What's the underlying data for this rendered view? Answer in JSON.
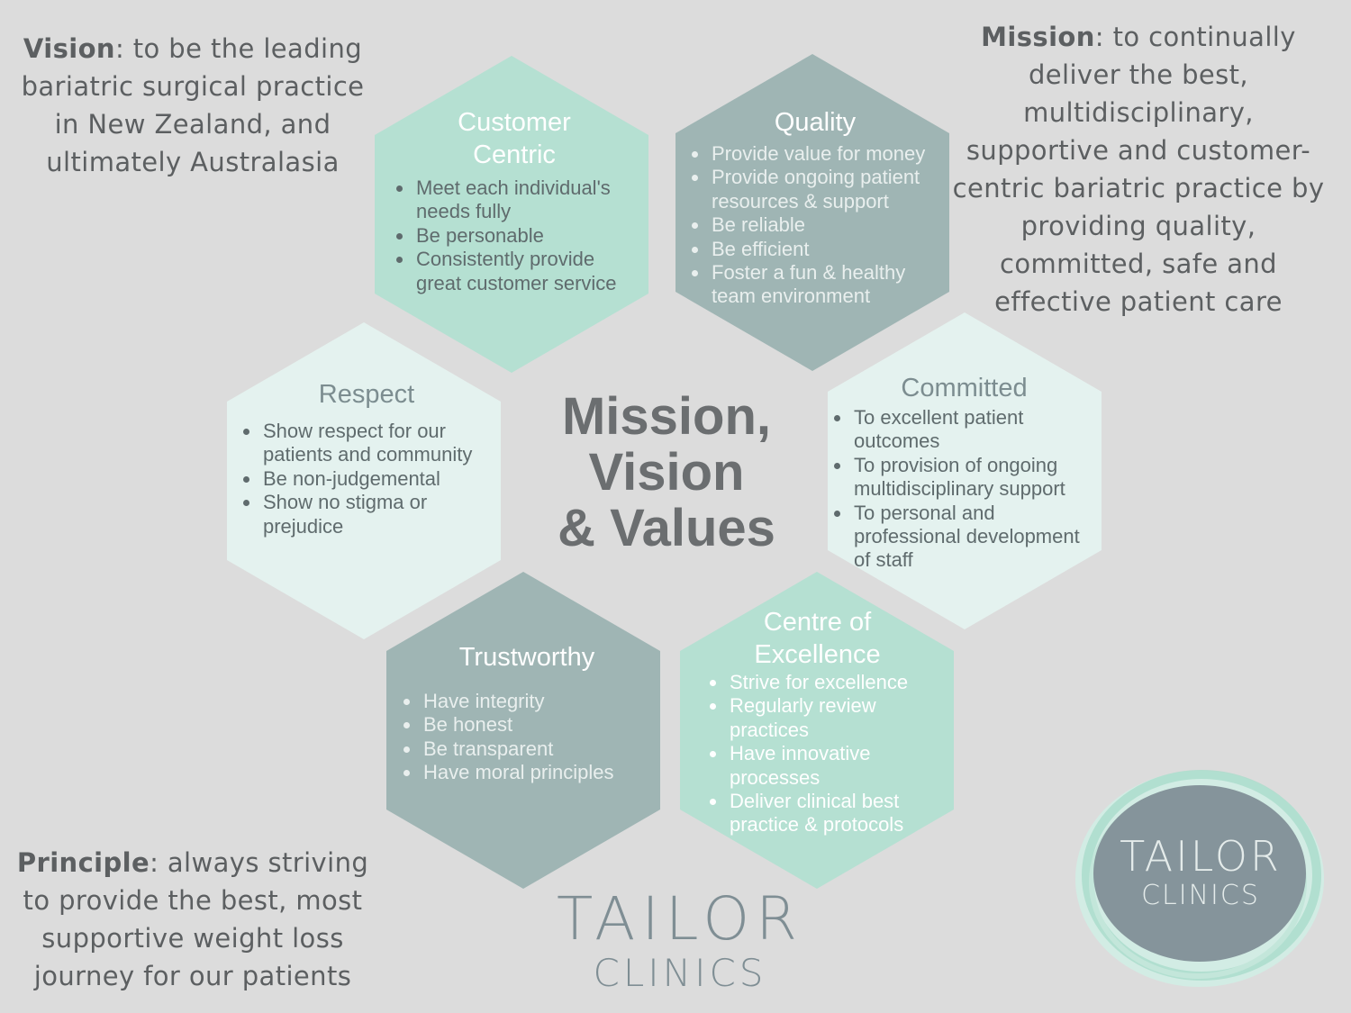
{
  "colors": {
    "background": "#dcdcdc",
    "hex_mint": "#b5e0d2",
    "hex_slate": "#9fb5b4",
    "hex_pale": "#e4f2ef",
    "logo_dark": "#85949b"
  },
  "vision": {
    "label": "Vision",
    "text": ": to be the leading bariatric surgical practice in New Zealand, and ultimately Australasia"
  },
  "mission": {
    "label": "Mission",
    "text": ": to continually deliver the best, multidisciplinary, supportive and customer-centric bariatric practice by providing quality, committed, safe and effective patient care"
  },
  "principle": {
    "label": "Principle",
    "text": ": always striving to provide the best, most supportive weight loss journey for our patients"
  },
  "center_title": {
    "line1": "Mission,",
    "line2": "Vision",
    "line3": "& Values"
  },
  "values": {
    "customer_centric": {
      "title_line1": "Customer",
      "title_line2": "Centric",
      "items": [
        "Meet each individual's needs fully",
        "Be personable",
        "Consistently provide great customer service"
      ]
    },
    "quality": {
      "title": "Quality",
      "items": [
        "Provide value for money",
        "Provide ongoing patient resources & support",
        "Be reliable",
        "Be efficient",
        "Foster a fun & healthy team environment"
      ]
    },
    "respect": {
      "title": "Respect",
      "items": [
        "Show respect for our patients and community",
        "Be non-judgemental",
        "Show no stigma or prejudice"
      ]
    },
    "committed": {
      "title": "Committed",
      "items": [
        "To excellent patient outcomes",
        "To provision of ongoing multidisciplinary support",
        "To personal and professional development of staff"
      ]
    },
    "trustworthy": {
      "title": "Trustworthy",
      "items": [
        "Have integrity",
        "Be honest",
        "Be transparent",
        "Have moral principles"
      ]
    },
    "centre_of_excellence": {
      "title_line1": "Centre of",
      "title_line2": "Excellence",
      "items": [
        "Strive for excellence",
        "Regularly review practices",
        "Have innovative processes",
        "Deliver clinical best practice & protocols"
      ]
    }
  },
  "logo": {
    "line1": "TAILOR",
    "line2": "CLINICS"
  },
  "corner_logo": {
    "line1": "TAILOR",
    "line2": "CLINICS"
  }
}
